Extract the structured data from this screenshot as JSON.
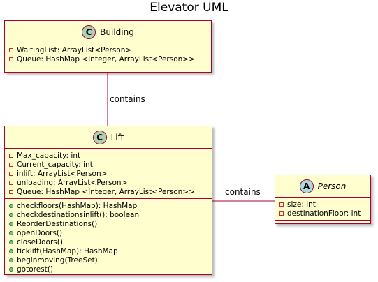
{
  "title": "Elevator UML",
  "classes": {
    "building": {
      "badge": "C",
      "name": "Building",
      "attributes": [
        {
          "visibility": "private",
          "text": "WaitingList: ArrayList<Person>"
        },
        {
          "visibility": "private",
          "text": "Queue: HashMap <Integer, ArrayList<Person>>"
        }
      ],
      "methods": []
    },
    "lift": {
      "badge": "C",
      "name": "Lift",
      "attributes": [
        {
          "visibility": "private",
          "text": "Max_capacity: int"
        },
        {
          "visibility": "private",
          "text": "Current_capacity: int"
        },
        {
          "visibility": "private",
          "text": "inlift: ArrayList<Person>"
        },
        {
          "visibility": "private",
          "text": "unloading: ArrayList<Person>"
        },
        {
          "visibility": "private",
          "text": "Queue: HashMap <Integer, ArrayList<Person>>"
        }
      ],
      "methods": [
        {
          "visibility": "public",
          "text": "checkfloors(HashMap): HashMap"
        },
        {
          "visibility": "public",
          "text": "checkdestinationsinlift(): boolean"
        },
        {
          "visibility": "public",
          "text": "ReorderDestinations()"
        },
        {
          "visibility": "public",
          "text": "openDoors()"
        },
        {
          "visibility": "public",
          "text": "closeDoors()"
        },
        {
          "visibility": "public",
          "text": "ticklift(HashMap): HashMap"
        },
        {
          "visibility": "public",
          "text": "beginmoving(TreeSet)"
        },
        {
          "visibility": "public",
          "text": "gotorest()"
        }
      ]
    },
    "person": {
      "badge": "A",
      "name": "Person",
      "attributes": [
        {
          "visibility": "private",
          "text": "size: int"
        },
        {
          "visibility": "private",
          "text": "destinationFloor: int"
        }
      ],
      "methods": []
    }
  },
  "relations": {
    "building_lift": {
      "label": "contains"
    },
    "lift_person": {
      "label": "contains"
    }
  },
  "colors": {
    "class_fill": "#FEFECE",
    "class_border": "#A80036",
    "class_badge": "#ADD1B2",
    "abstract_badge": "#A9DCDF",
    "private_marker": "#C82930",
    "public_marker": "#84BE84"
  }
}
